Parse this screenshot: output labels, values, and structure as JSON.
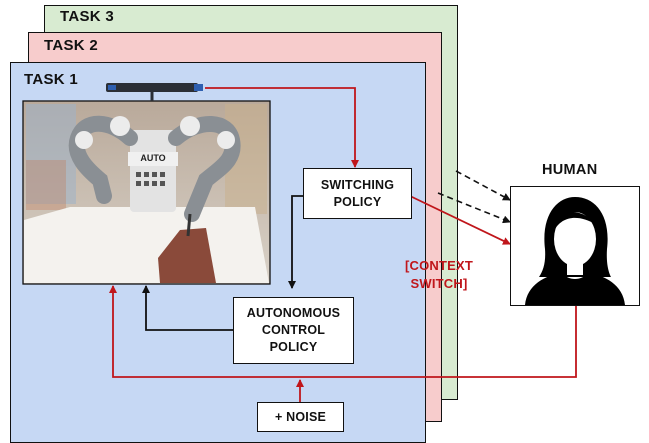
{
  "tasks": [
    {
      "title": "TASK 3",
      "fill": "#d8ebd1"
    },
    {
      "title": "TASK 2",
      "fill": "#f7cccc"
    },
    {
      "title": "TASK 1",
      "fill": "#c6d8f4"
    }
  ],
  "robot_logo": "AUTO",
  "switching_policy": {
    "line1": "SWITCHING",
    "line2": "POLICY"
  },
  "autonomous_policy": {
    "line1": "AUTONOMOUS",
    "line2": "CONTROL",
    "line3": "POLICY"
  },
  "noise": {
    "label": "+ NOISE"
  },
  "context_switch": {
    "line1": "[CONTEXT",
    "line2": "SWITCH]"
  },
  "human": {
    "title": "HUMAN"
  },
  "colors": {
    "arrow_red": "#c0161b",
    "arrow_black": "#111111",
    "human_bg": "#000000"
  }
}
